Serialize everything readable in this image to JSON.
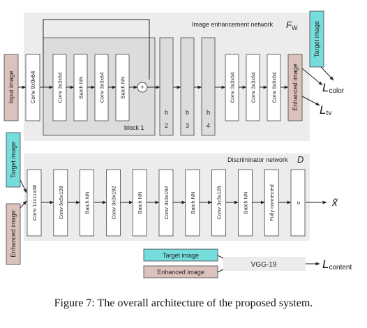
{
  "enhancer": {
    "title": "Image enhancement network",
    "symbol": "F",
    "symbol_sub": "W",
    "input_label": "Input image",
    "first_conv": "Conv 9x9x64",
    "block_layers": [
      "Conv 3x3x64",
      "Batch NN",
      "Conv 3x3x64",
      "Batch NN"
    ],
    "block_label": "block 1",
    "plus": "+",
    "extra_blocks": [
      {
        "b": "b",
        "n": "2"
      },
      {
        "b": "b",
        "n": "3"
      },
      {
        "b": "b",
        "n": "4"
      }
    ],
    "tail_layers": [
      "Conv 3x3x64",
      "Conv 3x3x64",
      "Conv 9x9x64"
    ],
    "output_label": "Enhanced image",
    "target_label": "Target image"
  },
  "losses": {
    "color_main": "L",
    "color_sub": "color",
    "tv_main": "L",
    "tv_sub": "tv",
    "content_main": "L",
    "content_sub": "content"
  },
  "discriminator": {
    "title": "Discriminator network",
    "symbol": "D",
    "target_label": "Target image",
    "enhanced_label": "Enhanced image",
    "layers": [
      "Conv 11x11x48",
      "Conv 5x5x128",
      "Batch NN",
      "Conv 3x3x192",
      "Batch NN",
      "Conv 3x3x192",
      "Batch NN",
      "Conv 3x3x128",
      "Batch NN",
      "Fully connected",
      "σ"
    ],
    "output_symbol": "x̃"
  },
  "vgg": {
    "label": "VGG-19",
    "target_label": "Target image",
    "enhanced_label": "Enhanced image"
  },
  "caption": "Figure 7: The overall architecture of the proposed system.",
  "colors": {
    "panel": "#ececec",
    "block_fill": "#dcdcdc",
    "cyan": "#76dcdc",
    "rose": "#dcc2bc",
    "line": "#222222"
  }
}
